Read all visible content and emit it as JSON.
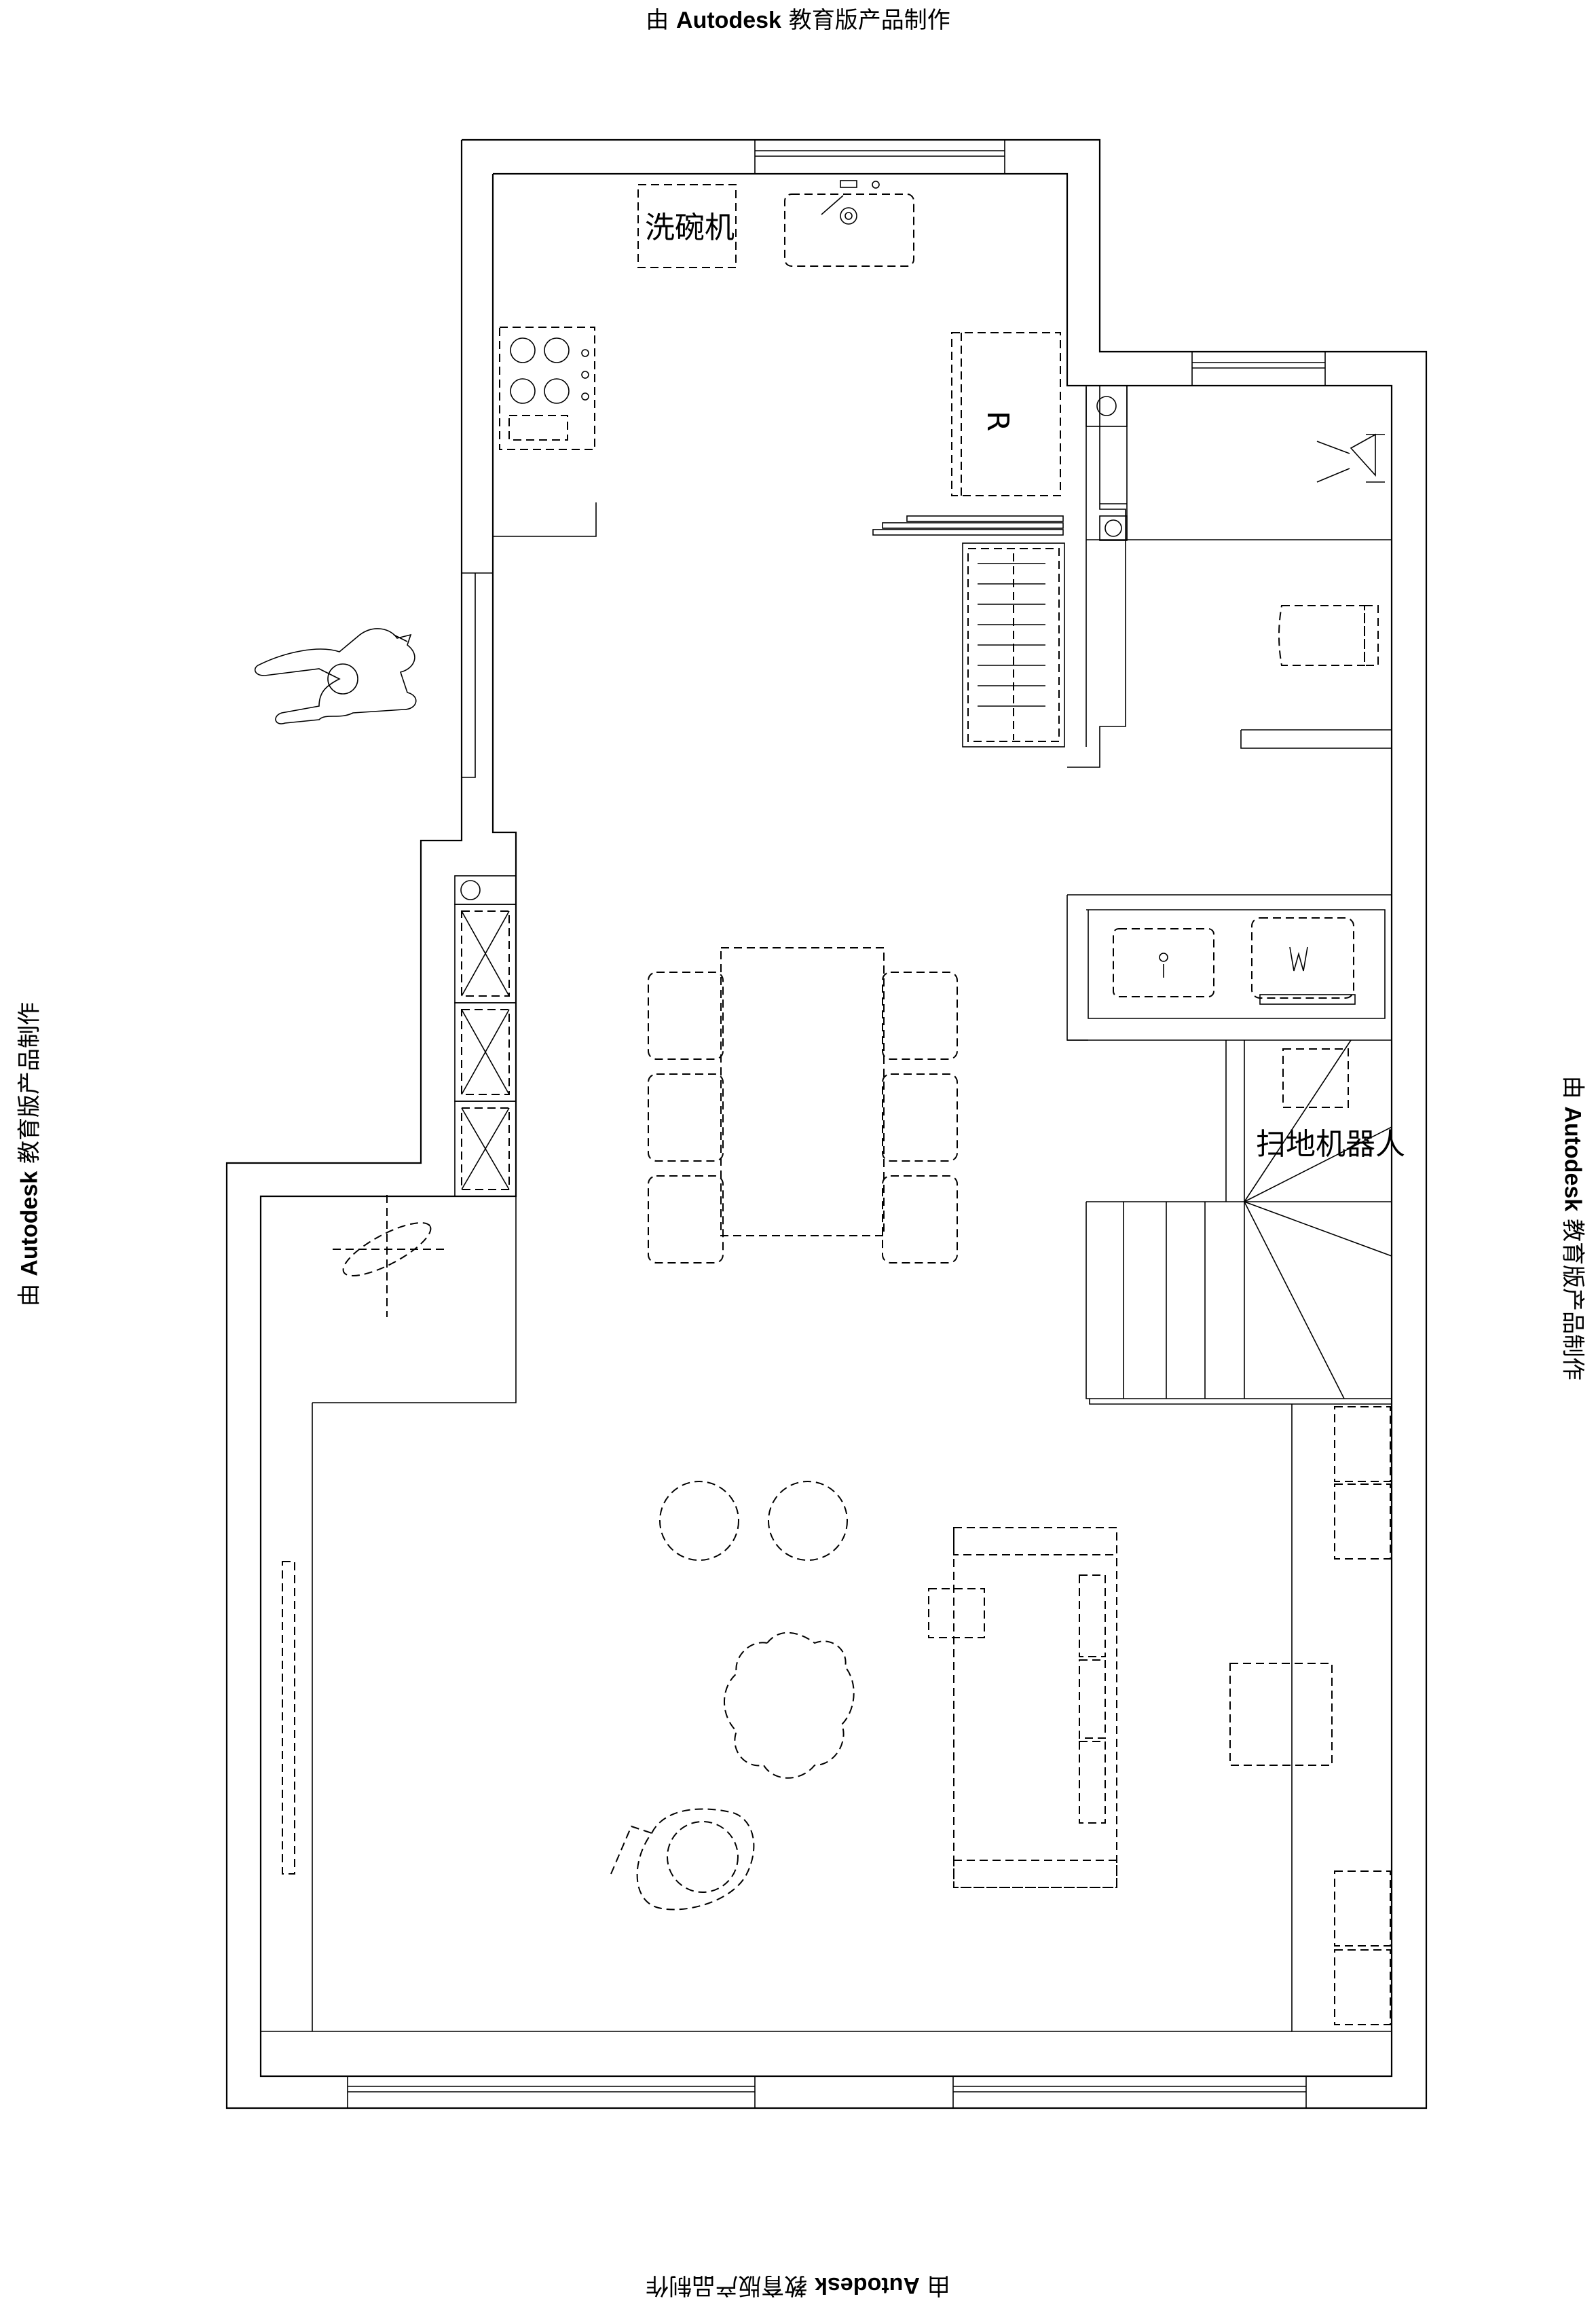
{
  "watermark": {
    "prefix": "由",
    "brand": "Autodesk",
    "suffix": "教育版产品制作"
  },
  "labels": {
    "dishwasher": "洗碗机",
    "fridge": "R",
    "robot_vacuum": "扫地机器人"
  }
}
